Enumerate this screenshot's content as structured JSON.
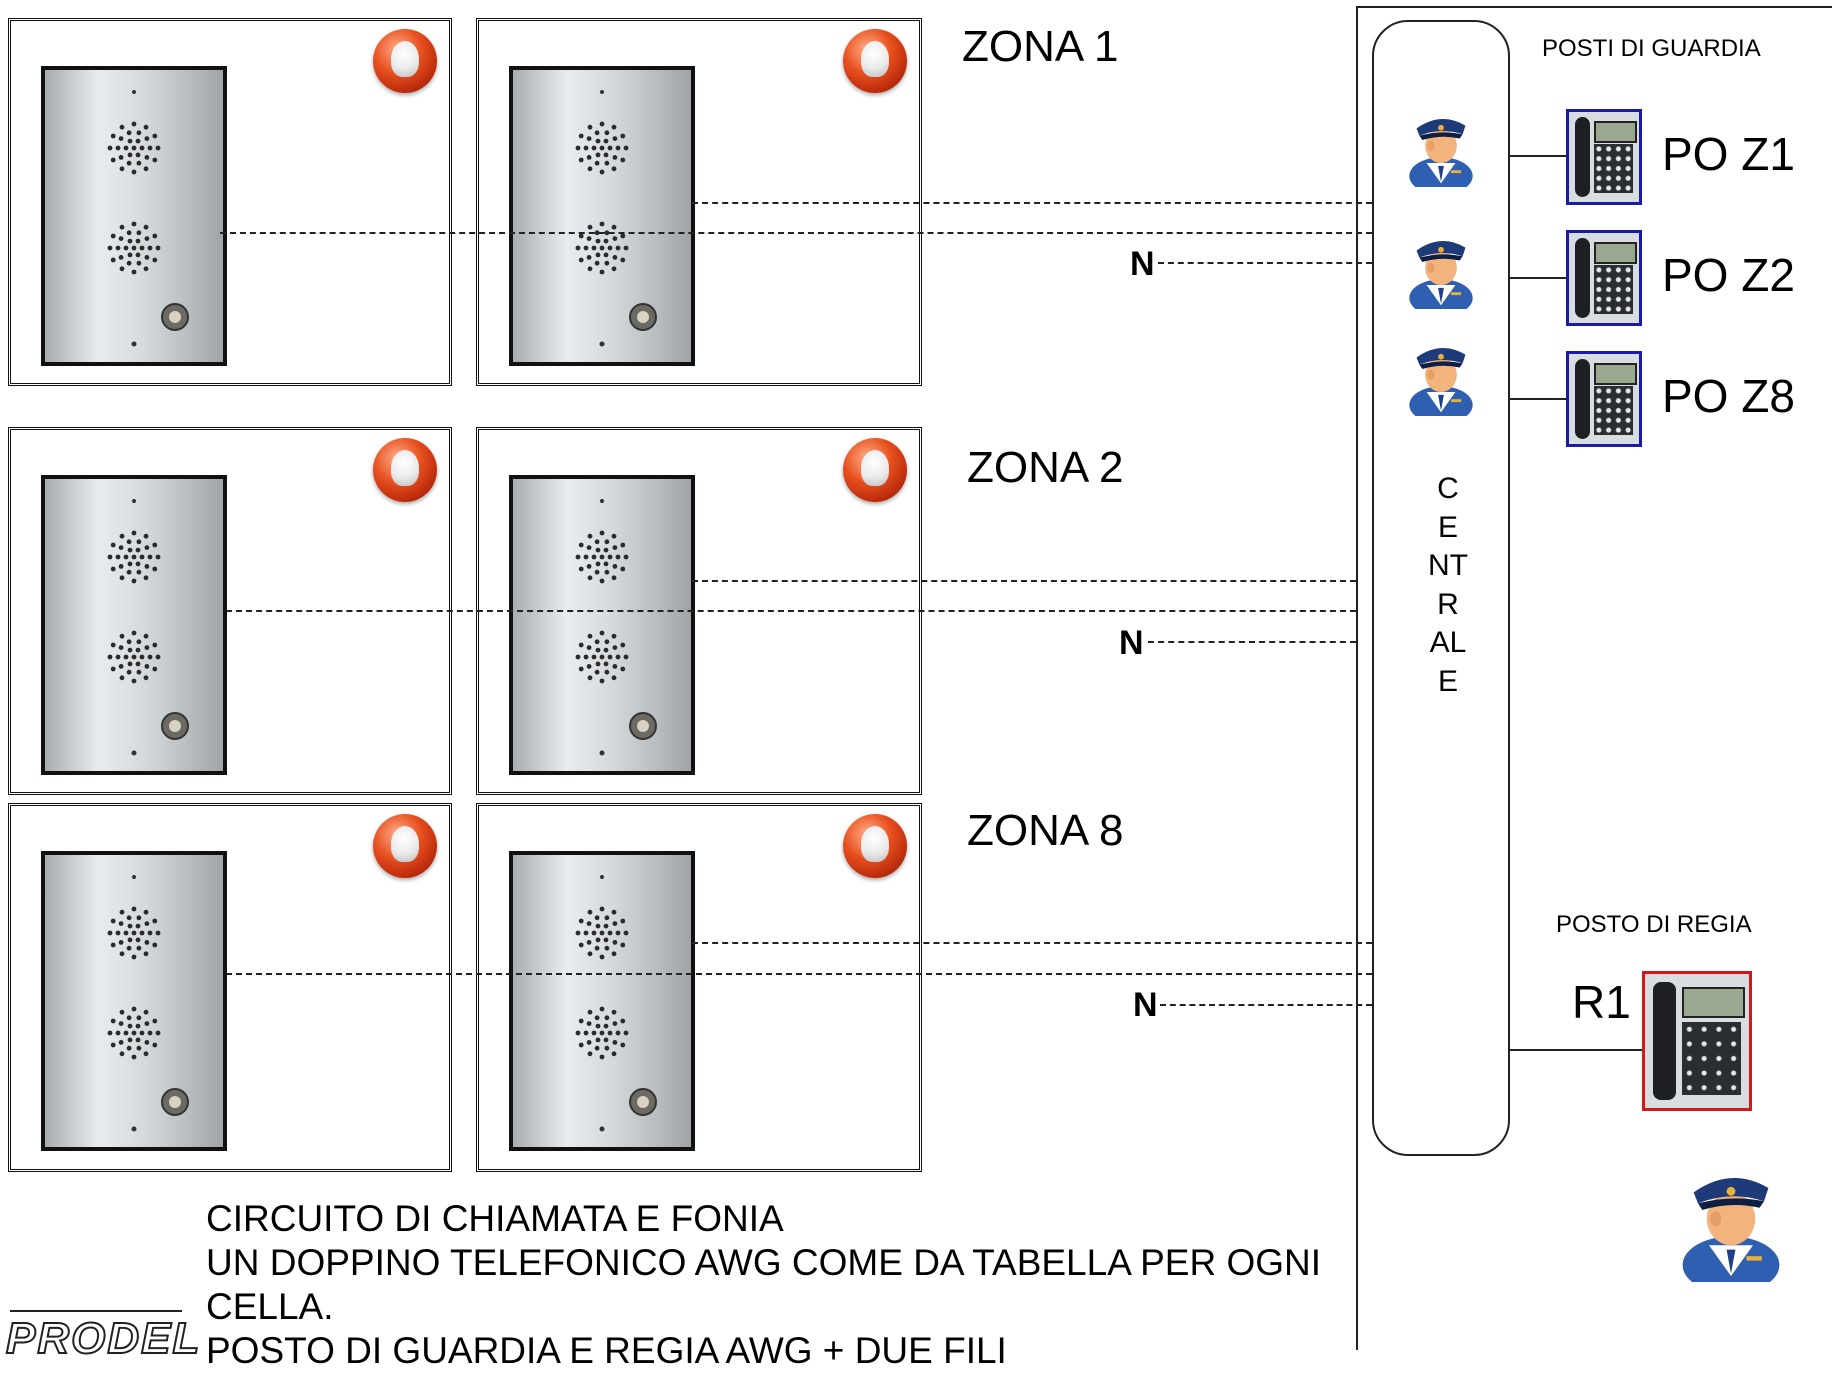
{
  "zones": [
    {
      "label": "ZONA 1",
      "n": "N"
    },
    {
      "label": "ZONA 2",
      "n": "N"
    },
    {
      "label": "ZONA 8",
      "n": "N"
    }
  ],
  "centrale": "CENTRALE",
  "guard_posts": {
    "title": "POSTI DI GUARDIA",
    "posts": [
      "PO Z1",
      "PO Z2",
      "PO Z8"
    ]
  },
  "director_post": {
    "title": "POSTO DI REGIA",
    "label": "R1"
  },
  "footer": {
    "line1": "CIRCUITO DI CHIAMATA E FONIA",
    "line2": "UN DOPPINO TELEFONICO AWG COME DA TABELLA PER OGNI",
    "line3": "CELLA.",
    "line4": "POSTO DI GUARDIA E REGIA AWG + DUE FILI"
  },
  "logo": "PRODEL",
  "colors": {
    "guard_phone_border": "#1a1aa8",
    "director_phone_border": "#d41818",
    "bulb": "#e8501f"
  },
  "icons": [
    "intercom-panel",
    "call-lamp-icon",
    "guard-officer-icon",
    "desk-phone-icon"
  ]
}
